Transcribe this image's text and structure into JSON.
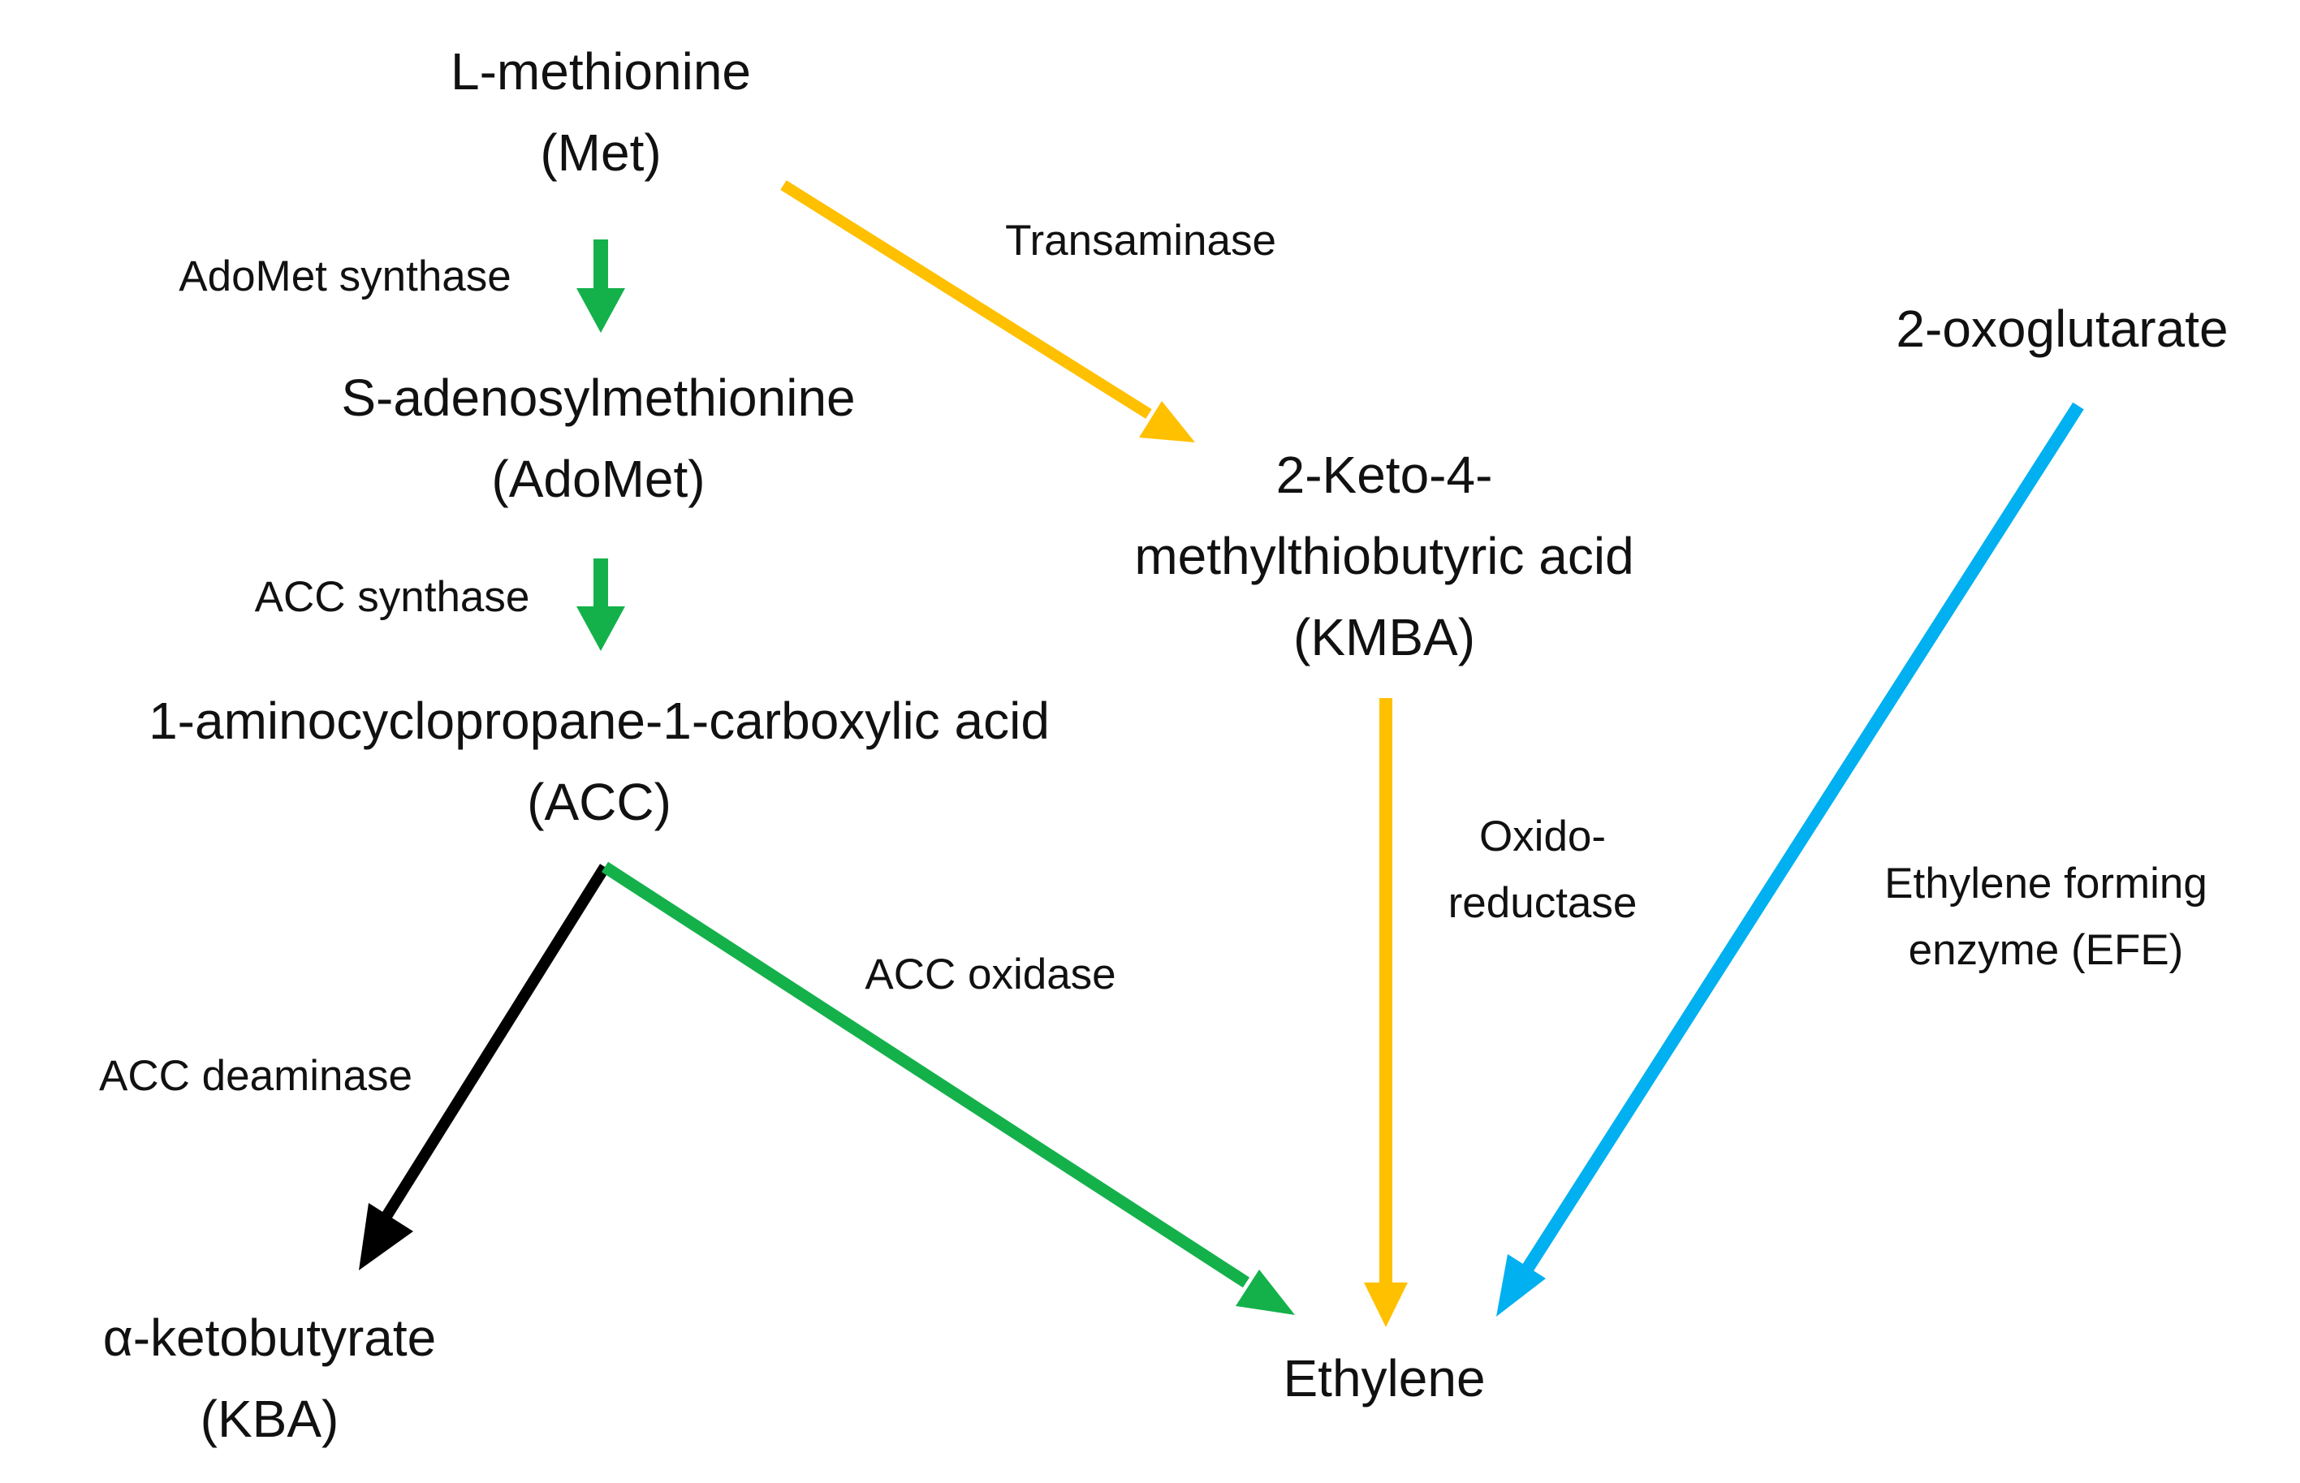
{
  "colors": {
    "green": "#14b14b",
    "orange": "#ffc000",
    "blue": "#00b0f0",
    "black": "#000000"
  },
  "nodes": {
    "met": {
      "line1": "L-methionine",
      "line2": "(Met)"
    },
    "adomet": {
      "line1": "S-adenosylmethionine",
      "line2": "(AdoMet)"
    },
    "acc": {
      "line1": "1-aminocyclopropane-1-carboxylic acid",
      "line2": "(ACC)"
    },
    "kba": {
      "line1": "α-ketobutyrate",
      "line2": "(KBA)"
    },
    "kmba": {
      "line1": "2-Keto-4-",
      "line2": "methylthiobutyric acid",
      "line3": "(KMBA)"
    },
    "oxoglutarate": {
      "line1": "2-oxoglutarate"
    },
    "ethylene": {
      "line1": "Ethylene"
    }
  },
  "enzymes": {
    "adomet_synthase": "AdoMet synthase",
    "acc_synthase": "ACC synthase",
    "transaminase": "Transaminase",
    "acc_deaminase": "ACC deaminase",
    "acc_oxidase": "ACC oxidase",
    "oxidoreductase": {
      "line1": "Oxido-",
      "line2": "reductase"
    },
    "efe": {
      "line1": "Ethylene forming",
      "line2": "enzyme (EFE)"
    }
  }
}
